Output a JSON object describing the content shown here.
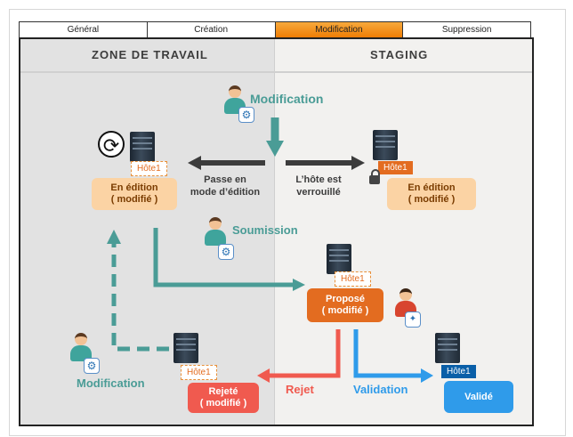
{
  "tabs": [
    {
      "label": "Général"
    },
    {
      "label": "Création"
    },
    {
      "label": "Modification",
      "active": true
    },
    {
      "label": "Suppression"
    }
  ],
  "zones": {
    "left_title": "ZONE DE TRAVAIL",
    "right_title": "STAGING"
  },
  "diagram": {
    "top_action": "Modification",
    "submit_action": "Soumission",
    "bottom_left_action": "Modification",
    "edit_mode_label": [
      "Passe en",
      "mode d’édition"
    ],
    "locked_label": [
      "L’hôte est",
      "verrouillé"
    ],
    "reject_label": "Rejet",
    "validate_label": "Validation",
    "host_tag": "Hôte1",
    "states": {
      "work_editing": [
        "En édition",
        "( modifié )"
      ],
      "staging_editing": [
        "En édition",
        "( modifié )"
      ],
      "proposed": [
        "Proposé",
        "( modifié )"
      ],
      "rejected": [
        "Rejeté",
        "( modifié )"
      ],
      "validated": [
        "Validé"
      ]
    }
  },
  "colors": {
    "teal": "#4a9c96",
    "orange_dark": "#e36c20",
    "orange_light": "#fbd3a4",
    "red": "#f05a4f",
    "blue": "#2f9bea",
    "blue_dark": "#0a5fa8",
    "arrow_dark": "#3c3c3c"
  }
}
